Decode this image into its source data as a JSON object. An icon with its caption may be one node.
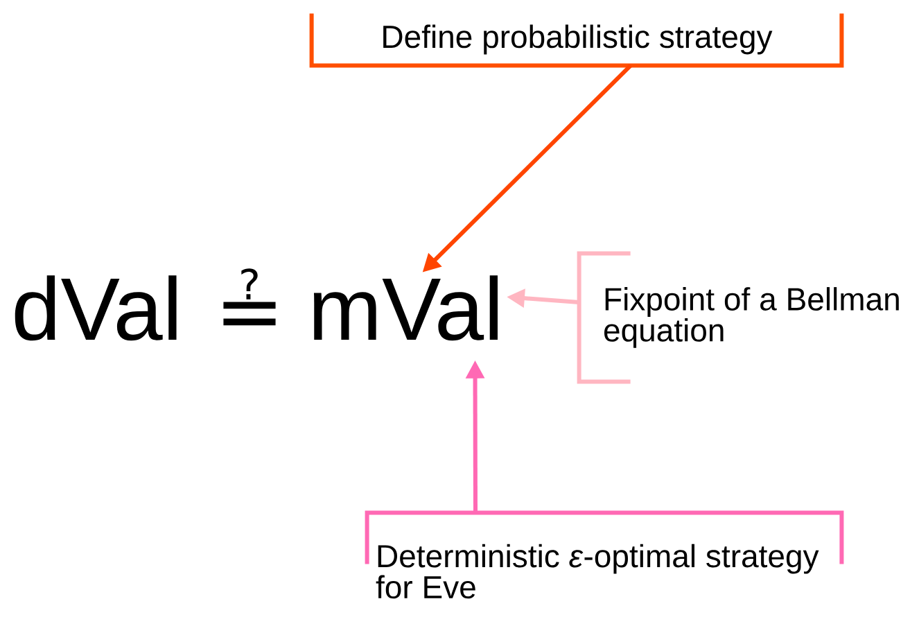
{
  "diagram": {
    "nodes": [
      {
        "text": [
          "Define probabilistic strategy"
        ]
      },
      {
        "text": [
          "Fixpoint of a Bellman equation"
        ]
      },
      {
        "text": [
          "Deterministic *ε*-optimal strategy for Eve"
        ]
      },
      {
        "text": [
          "mVal"
        ]
      }
    ],
    "edges": [
      {
        "from": 0,
        "to": 3,
        "arrow": "to",
        "color": "#ff4500"
      },
      {
        "from": 1,
        "to": 3,
        "arrow": "to",
        "color": "#ffb6c1"
      },
      {
        "from": 2,
        "to": 3,
        "arrow": "to",
        "color": "#ff69b4"
      }
    ],
    "labels": [
      "dVal",
      "≟"
    ]
  }
}
